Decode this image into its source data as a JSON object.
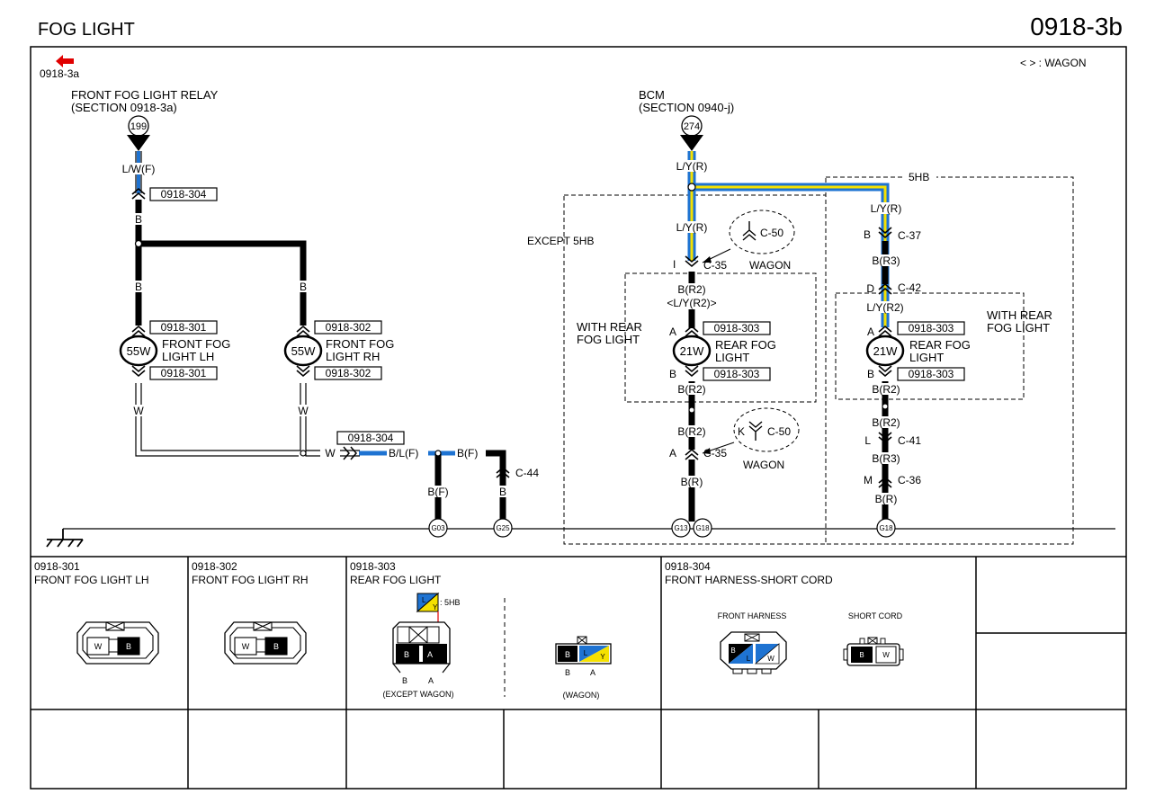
{
  "header": {
    "title": "FOG LIGHT",
    "code": "0918-3b"
  },
  "nav": {
    "prev_label": "0918-3a",
    "legend": "< > : WAGON"
  },
  "colors": {
    "wire_blue": "#1e73d2",
    "wire_yellow": "#f5e100",
    "arrow_red": "#e00000",
    "wire_black": "#000000"
  },
  "left": {
    "relay_title": "FRONT FOG LIGHT RELAY",
    "relay_section": "(SECTION 0918-3a)",
    "terminal": "199",
    "wire_lw": "L/W(F)",
    "conn_304_top": "0918-304",
    "wire_b_main": "B",
    "wire_b_lh": "B",
    "wire_b_rh": "B",
    "lh_conn_a": "0918-301",
    "lh_conn_b": "0918-301",
    "lh_watt": "55W",
    "lh_name1": "FRONT FOG",
    "lh_name2": "LIGHT LH",
    "rh_conn_a": "0918-302",
    "rh_conn_b": "0918-302",
    "rh_watt": "55W",
    "rh_name1": "FRONT FOG",
    "rh_name2": "LIGHT RH",
    "wire_w_lh": "W",
    "wire_w_rh": "W",
    "wire_w": "W",
    "conn_304_bottom": "0918-304",
    "wire_blf": "B/L(F)",
    "wire_bf_top": "B(F)",
    "wire_bf_down": "B(F)",
    "c44": "C-44",
    "wire_b_g25": "B",
    "g03": "G03",
    "g25": "G25"
  },
  "center": {
    "bcm_title": "BCM",
    "bcm_section": "(SECTION 0940-j)",
    "terminal": "274",
    "wire_ly_top": "L/Y(R)",
    "wire_ly_mid": "L/Y(R)",
    "except_label": "EXCEPT 5HB",
    "c50_top": "C-50",
    "wagon_top": "WAGON",
    "pin_i": "I",
    "c35_top": "C-35",
    "wire_br2": "B(R2)",
    "wire_lyr2": "<L/Y(R2)>",
    "with_rear_1": "WITH REAR",
    "with_rear_2": "FOG LIGHT",
    "conn_303_a": "0918-303",
    "conn_303_b": "0918-303",
    "pin_a": "A",
    "pin_b": "B",
    "watt": "21W",
    "name1": "REAR FOG",
    "name2": "LIGHT",
    "wire_br2_after": "B(R2)",
    "wire_br2_low": "B(R2)",
    "k_label": "K",
    "c50_bottom": "C-50",
    "wagon_bottom": "WAGON",
    "pin_a_c35": "A",
    "c35_bottom": "C-35",
    "wire_br": "B(R)",
    "g13": "G13",
    "g18": "G18"
  },
  "right": {
    "box_label": "5HB",
    "wire_ly": "L/Y(R)",
    "pin_b": "B",
    "c37": "C-37",
    "wire_br3": "B(R3)",
    "pin_d": "D",
    "c42": "C-42",
    "wire_lyr2": "L/Y(R2)",
    "with_rear_1": "WITH REAR",
    "with_rear_2": "FOG LIGHT",
    "conn_303_a": "0918-303",
    "conn_303_b": "0918-303",
    "pin_a": "A",
    "pin_b2": "B",
    "watt": "21W",
    "name1": "REAR FOG",
    "name2": "LIGHT",
    "wire_br2": "B(R2)",
    "wire_br2_low": "B(R2)",
    "pin_l": "L",
    "c41": "C-41",
    "wire_br3_low": "B(R3)",
    "pin_m": "M",
    "c36": "C-36",
    "wire_br": "B(R)",
    "g18": "G18"
  },
  "connectors": {
    "c301": {
      "code": "0918-301",
      "name": "FRONT FOG LIGHT LH",
      "pin1": "W",
      "pin2": "B"
    },
    "c302": {
      "code": "0918-302",
      "name": "FRONT FOG LIGHT RH",
      "pin1": "W",
      "pin2": "B"
    },
    "c303": {
      "code": "0918-303",
      "name": "REAR FOG LIGHT",
      "key_color": "L",
      "key_color2": "Y",
      "key_label": ": 5HB",
      "pin_b": "B",
      "pin_a": "A",
      "col_b": "B",
      "col_a": "A",
      "except_wagon": "(EXCEPT WAGON)",
      "wagon_pin_b": "B",
      "wagon_pin_l": "L",
      "wagon_pin_y": "Y",
      "wagon_col_b": "B",
      "wagon_col_a": "A",
      "wagon": "(WAGON)"
    },
    "c304": {
      "code": "0918-304",
      "name": "FRONT HARNESS-SHORT CORD",
      "front_harness": "FRONT HARNESS",
      "short_cord": "SHORT CORD",
      "fh_b": "B",
      "fh_l": "L",
      "fh_w": "W",
      "sc_b": "B",
      "sc_w": "W"
    }
  }
}
